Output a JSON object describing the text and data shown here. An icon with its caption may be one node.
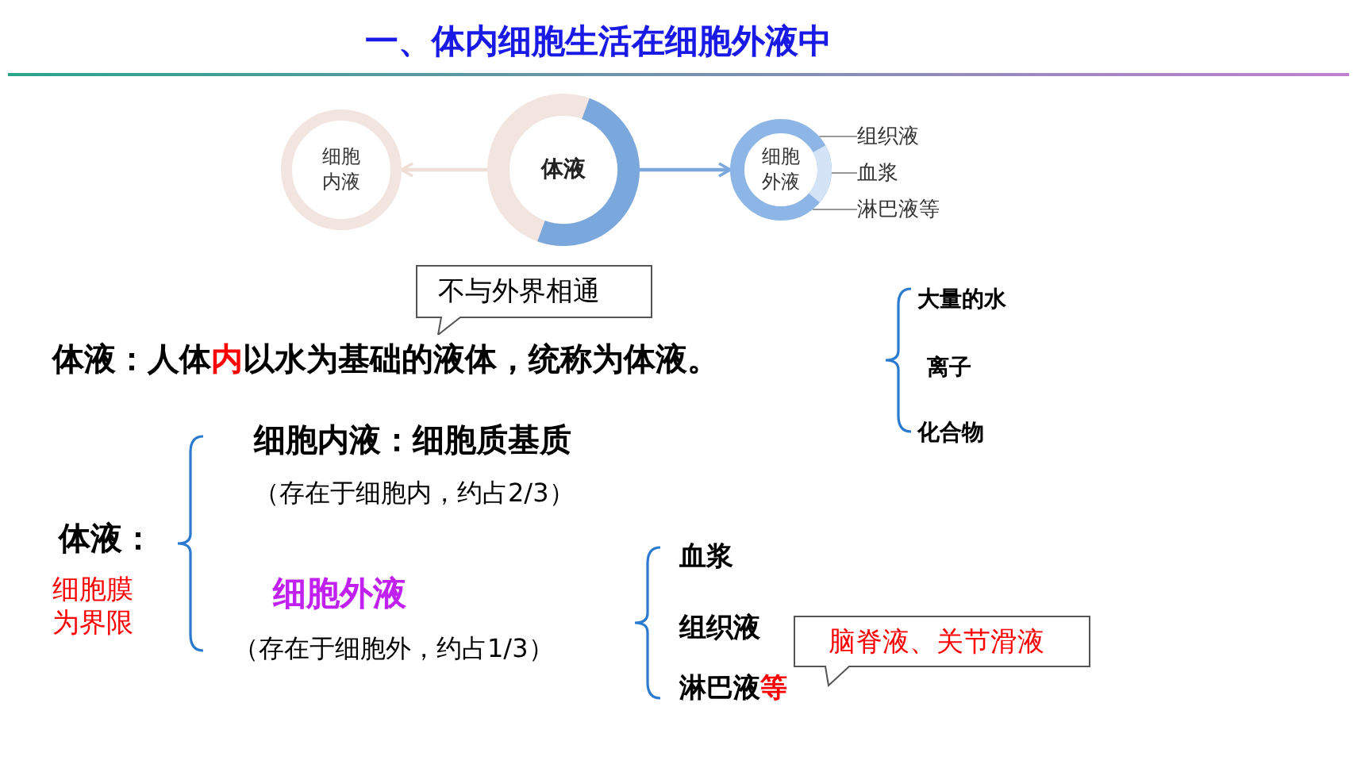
{
  "diagram": {
    "title": "一、体内细胞生活在细胞外液中",
    "nodes": [
      {
        "text": [
          "细胞内液"
        ]
      },
      {
        "text": [
          "体液"
        ]
      },
      {
        "text": [
          "细胞外液"
        ]
      },
      {
        "text": [
          "组织液"
        ]
      },
      {
        "text": [
          "血浆"
        ]
      },
      {
        "text": [
          "淋巴液等"
        ]
      },
      {
        "text": [
          "不与外界相通"
        ]
      },
      {
        "text": [
          "脑脊液、关节滑液"
        ]
      }
    ],
    "edges": [
      {
        "from": 1,
        "to": 0,
        "arrow": "to",
        "color": "#f0ddd6"
      },
      {
        "from": 1,
        "to": 2,
        "arrow": "to"
      },
      {
        "from": 3,
        "to": 2,
        "arrow": "none",
        "color": "#999999"
      },
      {
        "from": 4,
        "to": 2,
        "arrow": "none",
        "color": "#999999"
      },
      {
        "from": 5,
        "to": 2,
        "arrow": "none",
        "color": "#999999"
      }
    ],
    "labels": [
      "体液：人体",
      "内",
      "以水为基础的液体，统称为体液。",
      "大量的水",
      "离子",
      "化合物",
      "细胞内液：细胞质基质",
      "（存在于细胞内，约占2/3）",
      "体液：",
      "细胞膜为界限",
      "细胞外液",
      "（存在于细胞外，约占1/3）",
      "血浆",
      "组织液",
      "淋巴液",
      "等"
    ]
  }
}
